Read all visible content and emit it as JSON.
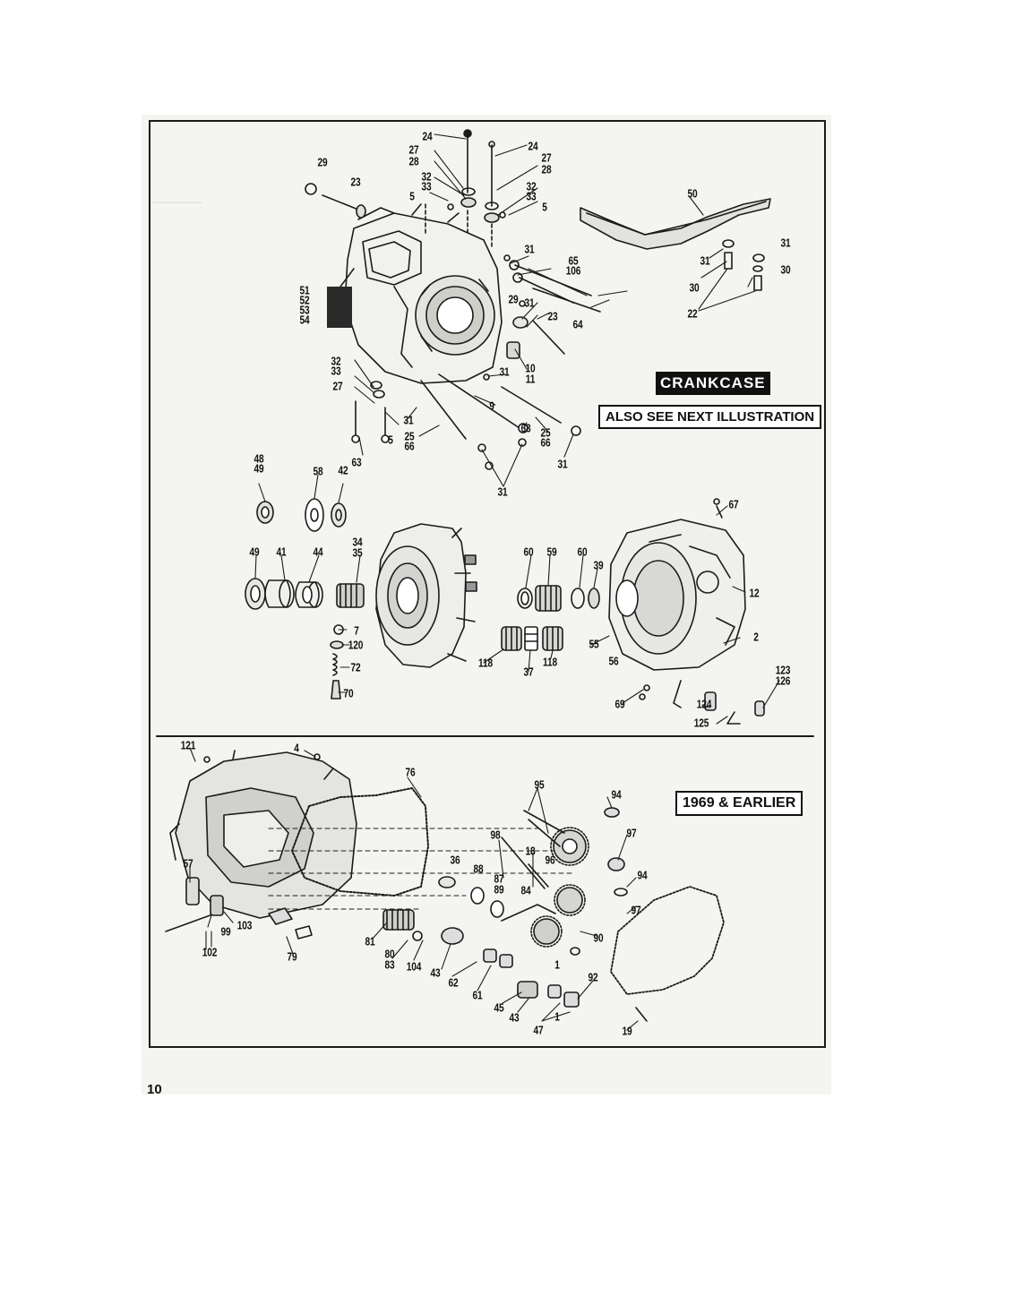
{
  "page_number": "10",
  "labels": {
    "crankcase": "CRANKCASE",
    "also_see": "ALSO SEE NEXT ILLUSTRATION",
    "earlier": "1969 & EARLIER"
  },
  "callouts": [
    "24",
    "27",
    "28",
    "24",
    "27",
    "28",
    "29",
    "23",
    "32",
    "33",
    "5",
    "32",
    "33",
    "5",
    "50",
    "31",
    "31",
    "30",
    "65",
    "106",
    "31",
    "51",
    "52",
    "53",
    "54",
    "29",
    "31",
    "23",
    "64",
    "30",
    "22",
    "32",
    "33",
    "27",
    "31",
    "10",
    "11",
    "9",
    "31",
    "5",
    "25",
    "66",
    "68",
    "25",
    "66",
    "31",
    "63",
    "31",
    "48",
    "49",
    "58",
    "42",
    "67",
    "34",
    "35",
    "49",
    "41",
    "44",
    "60",
    "59",
    "60",
    "39",
    "12",
    "7",
    "120",
    "72",
    "70",
    "118",
    "37",
    "118",
    "55",
    "2",
    "56",
    "123",
    "126",
    "69",
    "124",
    "125",
    "121",
    "4",
    "76",
    "95",
    "94",
    "98",
    "18",
    "96",
    "97",
    "36",
    "88",
    "87",
    "89",
    "84",
    "94",
    "57",
    "99",
    "103",
    "81",
    "80",
    "83",
    "104",
    "43",
    "62",
    "61",
    "45",
    "43",
    "47",
    "92",
    "90",
    "97",
    "1",
    "1",
    "79",
    "102",
    "19"
  ]
}
